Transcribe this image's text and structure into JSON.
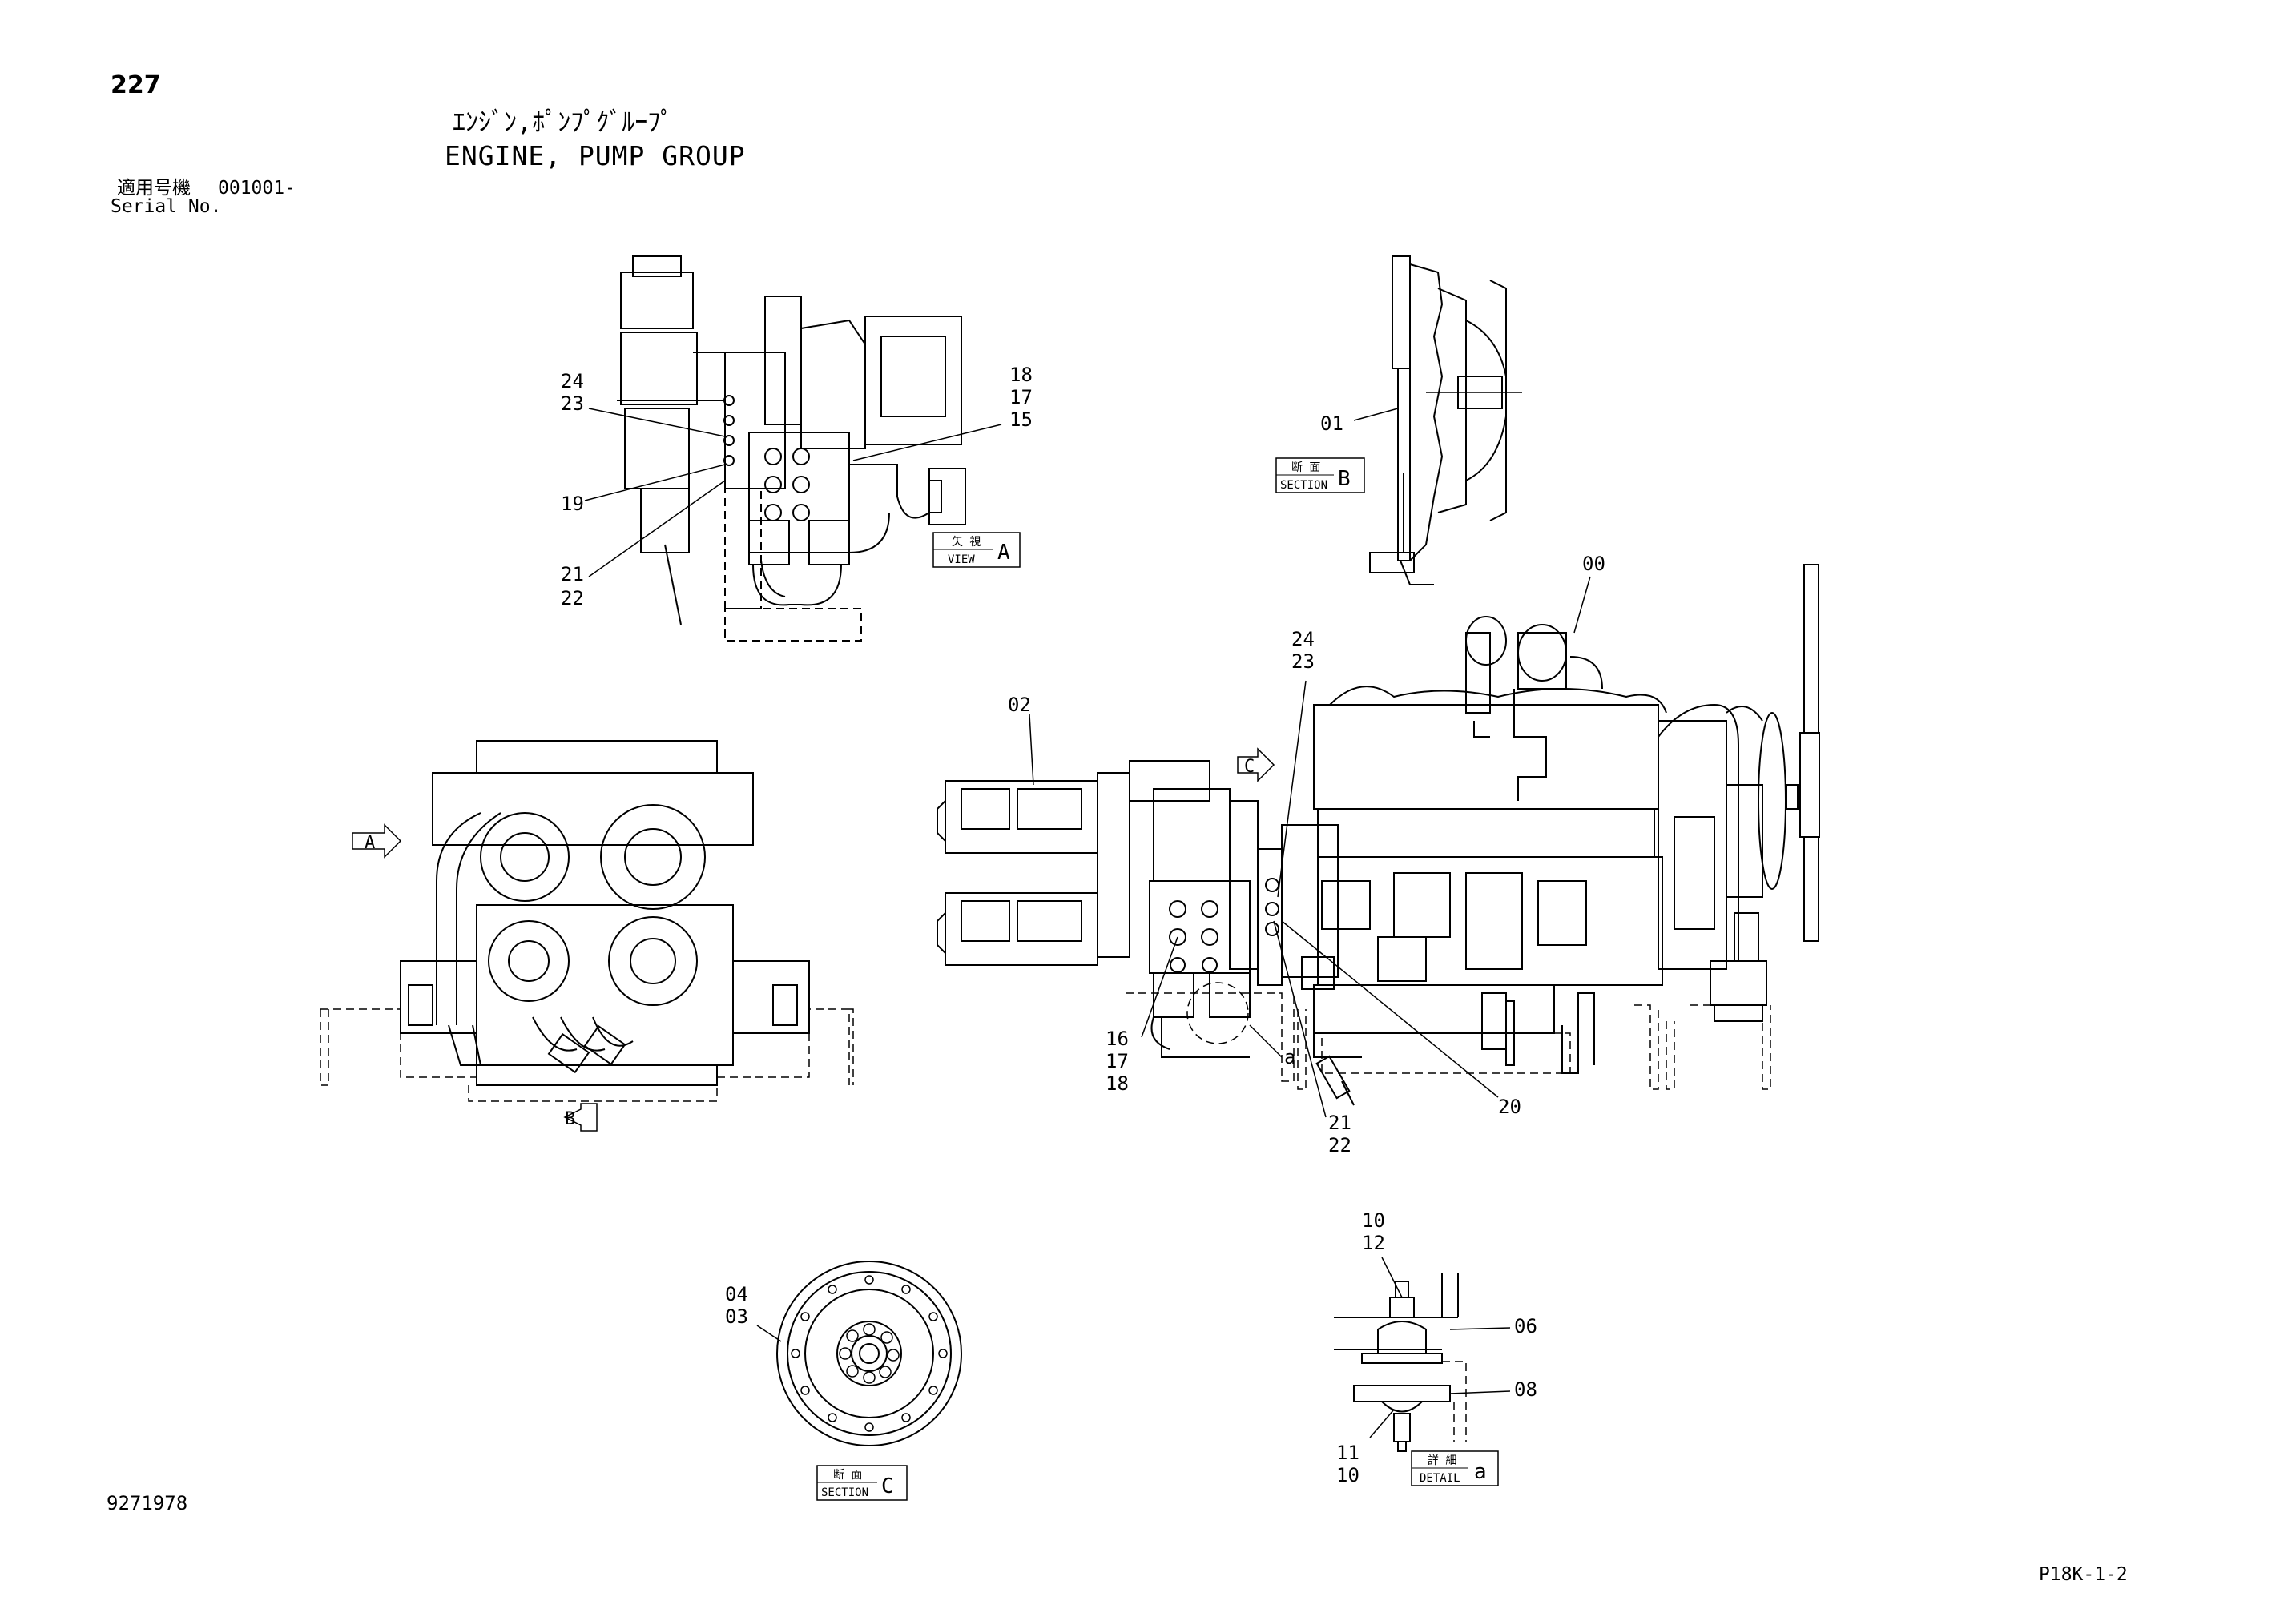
{
  "header": {
    "page_number": "227",
    "title_jp": "ｴﾝｼﾞﾝ,ﾎﾟﾝﾌﾟｸﾞﾙｰﾌﾟ",
    "title_en": "ENGINE, PUMP GROUP",
    "serial_label_jp": "適用号機",
    "serial_value": "001001-",
    "serial_label_en": "Serial No."
  },
  "footer": {
    "drawing_number": "9271978",
    "page_code": "P18K-1-2"
  },
  "view_labels": {
    "view_a": {
      "jp": "矢 視",
      "en": "VIEW",
      "letter": "A"
    },
    "section_b": {
      "jp": "断 面",
      "en": "SECTION",
      "letter": "B"
    },
    "section_c": {
      "jp": "断 面",
      "en": "SECTION",
      "letter": "C"
    },
    "detail_a": {
      "jp": "詳 細",
      "en": "DETAIL",
      "letter": "a"
    }
  },
  "arrow_markers": {
    "a": "A",
    "b": "B",
    "c": "C"
  },
  "callouts": {
    "view_a_24": "24",
    "view_a_23": "23",
    "view_a_19": "19",
    "view_a_21": "21",
    "view_a_22": "22",
    "view_a_18": "18",
    "view_a_17": "17",
    "view_a_15": "15",
    "section_b_01": "01",
    "main_00": "00",
    "main_24": "24",
    "main_23": "23",
    "main_02": "02",
    "main_16": "16",
    "main_17": "17",
    "main_18": "18",
    "main_a": "a",
    "main_21": "21",
    "main_22": "22",
    "main_20": "20",
    "section_c_04": "04",
    "section_c_03": "03",
    "detail_10_top": "10",
    "detail_12": "12",
    "detail_06": "06",
    "detail_08": "08",
    "detail_11": "11",
    "detail_10_bottom": "10"
  }
}
